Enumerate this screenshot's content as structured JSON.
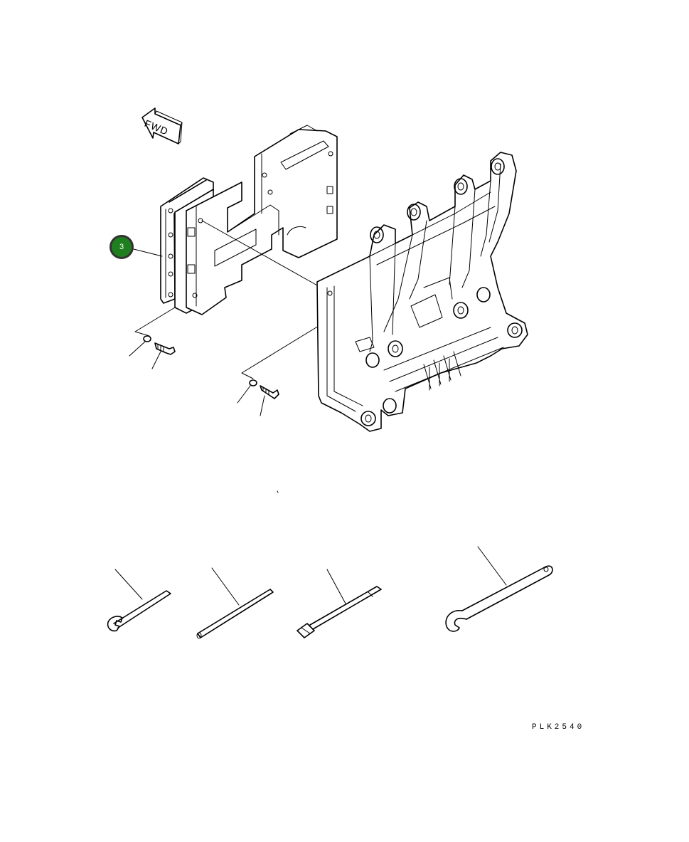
{
  "diagram": {
    "direction_label": "FWD",
    "drawing_number": "PLK2540",
    "callouts": [
      {
        "label": "3",
        "color": "#1f7f1f"
      }
    ]
  }
}
